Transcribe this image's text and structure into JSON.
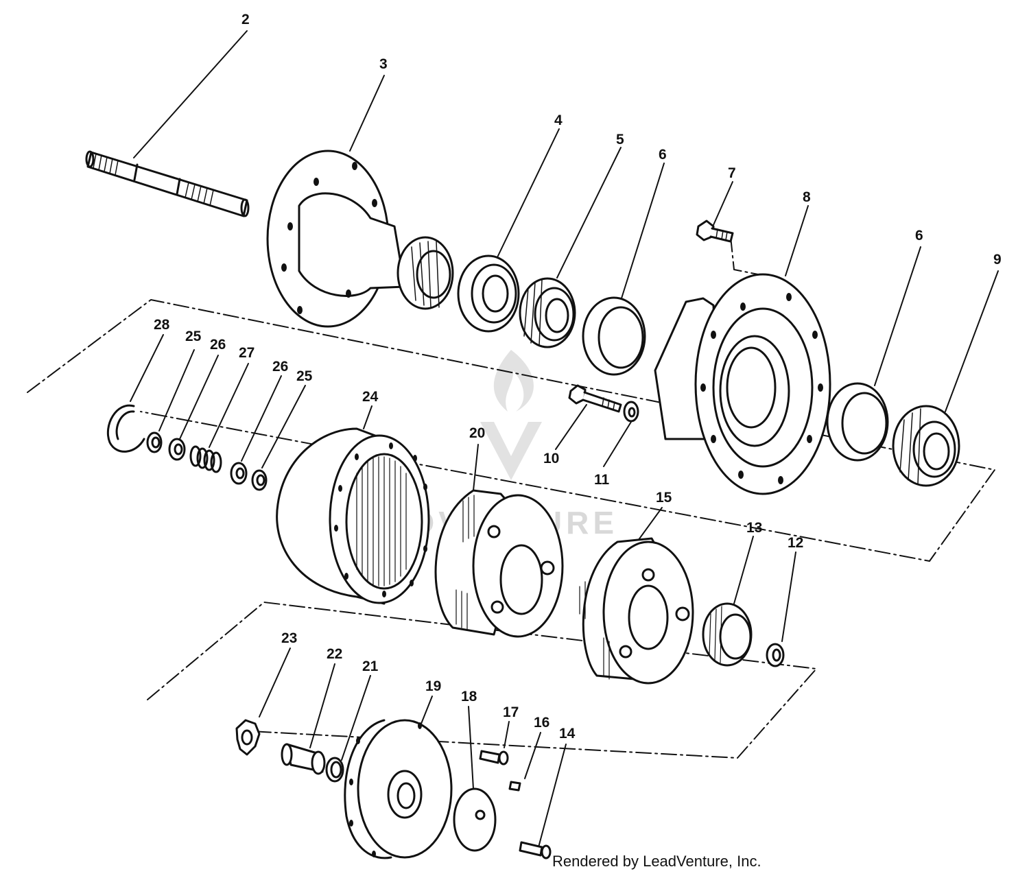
{
  "watermark": "LEADVENTURE",
  "credit": "Rendered by LeadVenture, Inc.",
  "callouts": [
    "2",
    "3",
    "4",
    "5",
    "6",
    "7",
    "8",
    "6",
    "9",
    "28",
    "25",
    "26",
    "27",
    "26",
    "25",
    "24",
    "20",
    "10",
    "11",
    "15",
    "13",
    "12",
    "23",
    "22",
    "21",
    "19",
    "18",
    "17",
    "16",
    "14"
  ]
}
